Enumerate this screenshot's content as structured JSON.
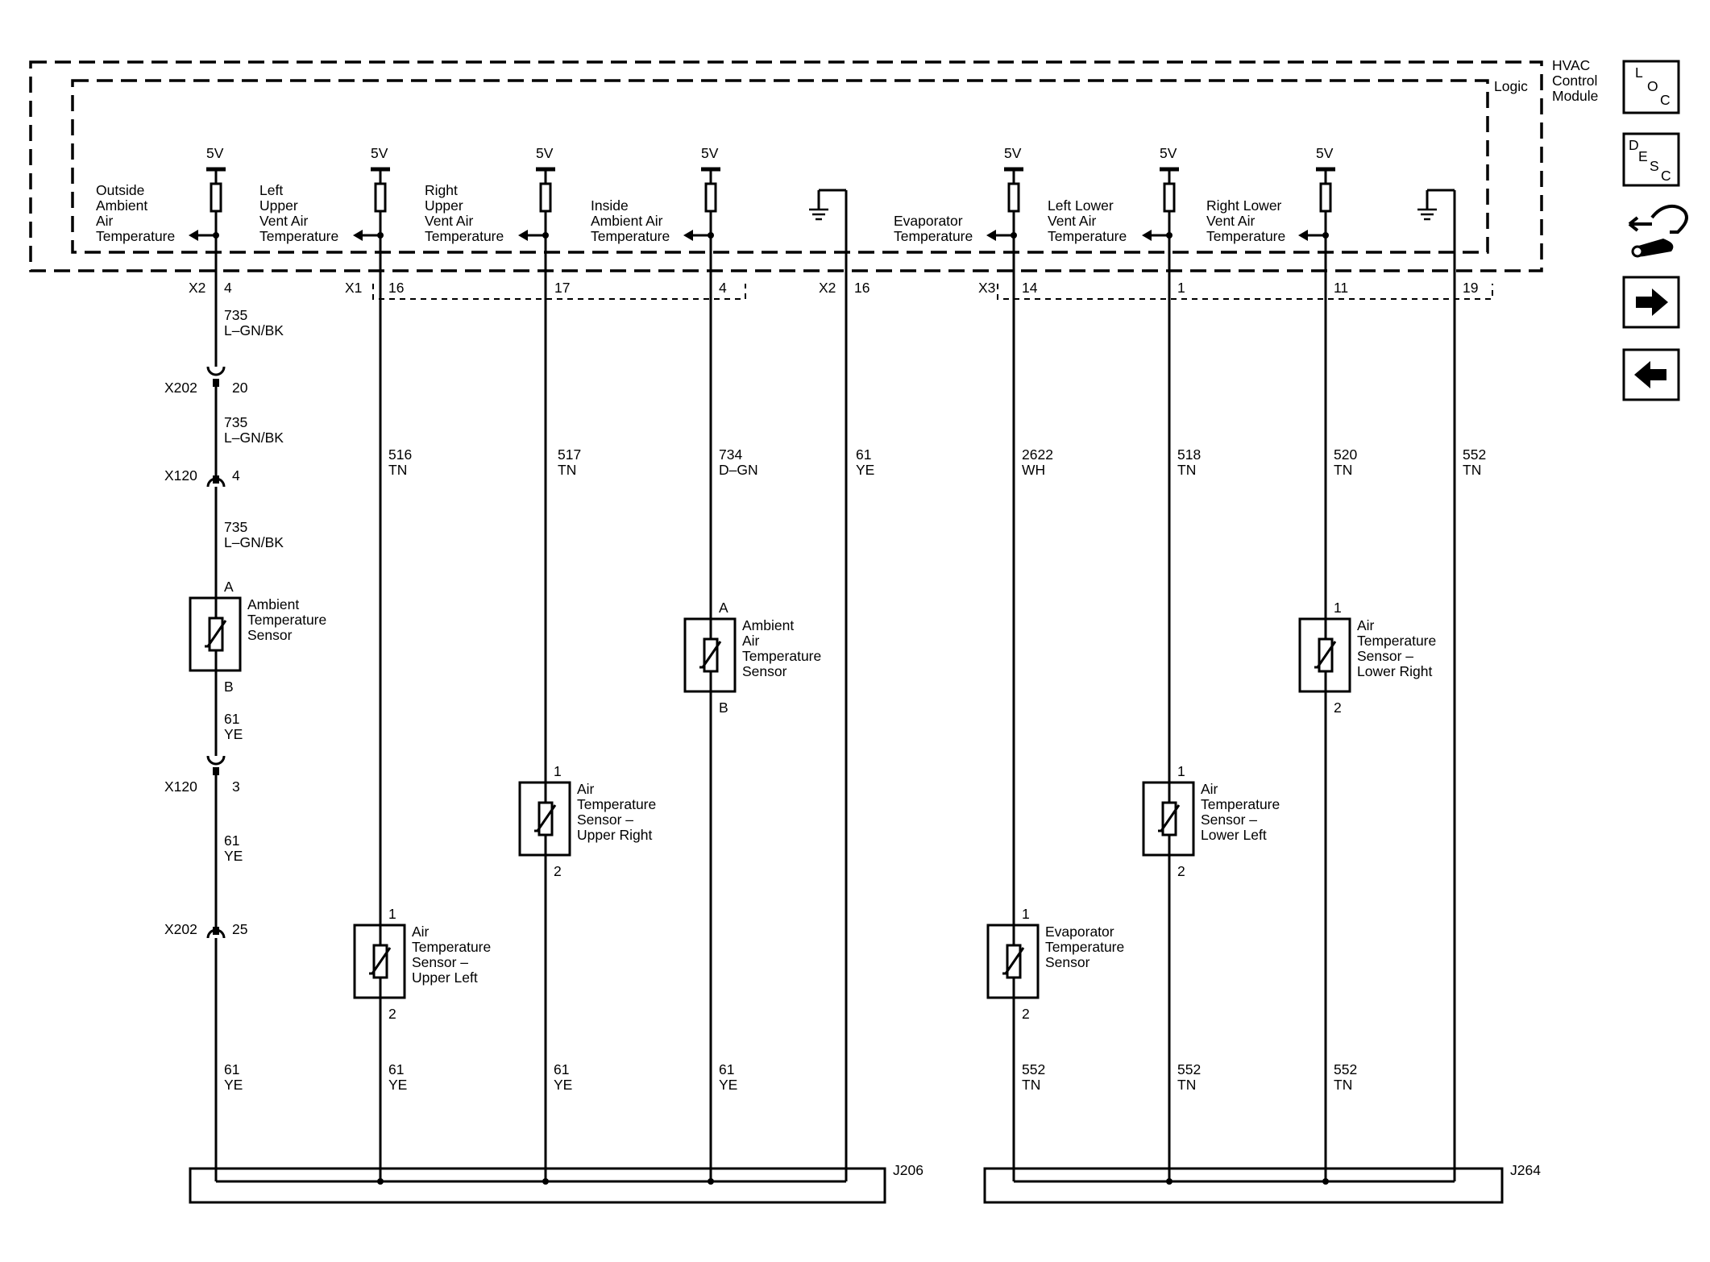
{
  "module": {
    "name_lines": [
      "HVAC",
      "Control",
      "Module"
    ],
    "logic_label": "Logic"
  },
  "supply_label": "5V",
  "ecu_signals": [
    {
      "lines": [
        "Outside",
        "Ambient",
        "Air",
        "Temperature"
      ]
    },
    {
      "lines": [
        "Left",
        "Upper",
        "Vent Air",
        "Temperature"
      ]
    },
    {
      "lines": [
        "Right",
        "Upper",
        "Vent Air",
        "Temperature"
      ]
    },
    {
      "lines": [
        "Inside",
        "Ambient Air",
        "Temperature"
      ]
    },
    {
      "lines": [
        "Evaporator",
        "Temperature"
      ]
    },
    {
      "lines": [
        "Left Lower",
        "Vent Air",
        "Temperature"
      ]
    },
    {
      "lines": [
        "Right Lower",
        "Vent Air",
        "Temperature"
      ]
    }
  ],
  "connectors": {
    "x2": "X2",
    "x1": "X1",
    "x3": "X3",
    "x202": "X202",
    "x120": "X120"
  },
  "pins": {
    "p4a": "4",
    "p16a": "16",
    "p17": "17",
    "p4b": "4",
    "p16b": "16",
    "p14": "14",
    "p1": "1",
    "p11": "11",
    "p19": "19",
    "x202a": "20",
    "x120a": "4",
    "x120b": "3",
    "x202b": "25"
  },
  "wires": {
    "w735a": [
      "735",
      "L–GN/BK"
    ],
    "w735b": [
      "735",
      "L–GN/BK"
    ],
    "w735c": [
      "735",
      "L–GN/BK"
    ],
    "w61a": [
      "61",
      "YE"
    ],
    "w61b": [
      "61",
      "YE"
    ],
    "w516": [
      "516",
      "TN"
    ],
    "w517": [
      "517",
      "TN"
    ],
    "w734": [
      "734",
      "D–GN"
    ],
    "w61g": [
      "61",
      "YE"
    ],
    "w2622": [
      "2622",
      "WH"
    ],
    "w518": [
      "518",
      "TN"
    ],
    "w520": [
      "520",
      "TN"
    ],
    "w552g": [
      "552",
      "TN"
    ],
    "w61c": [
      "61",
      "YE"
    ],
    "w61d": [
      "61",
      "YE"
    ],
    "w61e": [
      "61",
      "YE"
    ],
    "w61f": [
      "61",
      "YE"
    ],
    "w552a": [
      "552",
      "TN"
    ],
    "w552b": [
      "552",
      "TN"
    ],
    "w552c": [
      "552",
      "TN"
    ]
  },
  "sensors": {
    "ambient": {
      "lines": [
        "Ambient",
        "Temperature",
        "Sensor"
      ],
      "pin_top": "A",
      "pin_bottom": "B"
    },
    "upper_left": {
      "lines": [
        "Air",
        "Temperature",
        "Sensor –",
        "Upper Left"
      ],
      "pin_top": "1",
      "pin_bottom": "2"
    },
    "upper_right": {
      "lines": [
        "Air",
        "Temperature",
        "Sensor –",
        "Upper Right"
      ],
      "pin_top": "1",
      "pin_bottom": "2"
    },
    "ambient_air": {
      "lines": [
        "Ambient",
        "Air",
        "Temperature",
        "Sensor"
      ],
      "pin_top": "A",
      "pin_bottom": "B"
    },
    "evaporator": {
      "lines": [
        "Evaporator",
        "Temperature",
        "Sensor"
      ],
      "pin_top": "1",
      "pin_bottom": "2"
    },
    "lower_left": {
      "lines": [
        "Air",
        "Temperature",
        "Sensor –",
        "Lower Left"
      ],
      "pin_top": "1",
      "pin_bottom": "2"
    },
    "lower_right": {
      "lines": [
        "Air",
        "Temperature",
        "Sensor –",
        "Lower Right"
      ],
      "pin_top": "1",
      "pin_bottom": "2"
    }
  },
  "splices": {
    "left": "J206",
    "right": "J264"
  },
  "nav": {
    "loc": [
      "L",
      "O",
      "C"
    ],
    "desc": [
      "D",
      "E",
      "S",
      "C"
    ]
  }
}
